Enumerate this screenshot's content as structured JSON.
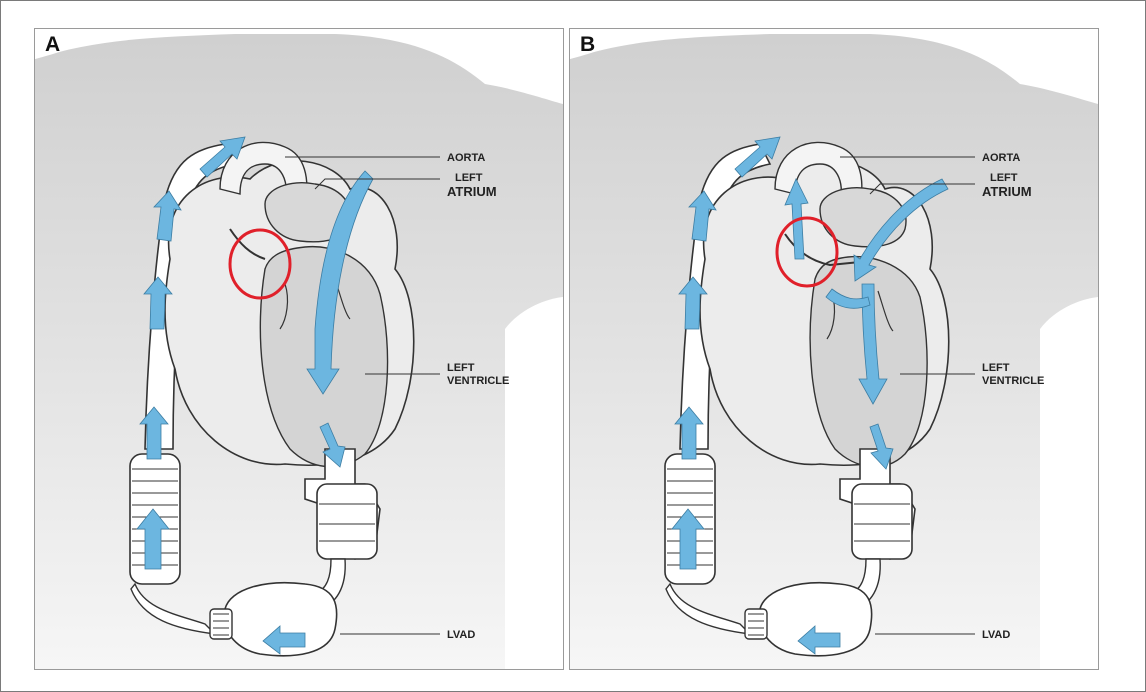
{
  "panels": [
    {
      "label": "A",
      "labels": {
        "aorta": "AORTA",
        "left_atrium_1": "LEFT",
        "left_atrium_2": "ATRIUM",
        "left_ventricle_1": "LEFT",
        "left_ventricle_2": "VENTRICLE",
        "lvad": "LVAD"
      }
    },
    {
      "label": "B",
      "labels": {
        "aorta": "AORTA",
        "left_atrium_1": "LEFT",
        "left_atrium_2": "ATRIUM",
        "left_ventricle_1": "LEFT",
        "left_ventricle_2": "VENTRICLE",
        "lvad": "LVAD"
      }
    }
  ],
  "colors": {
    "flow_arrow": "#6cb6e0",
    "highlight_circle": "#e0202a",
    "body_gray": "#dcdcdc",
    "line": "#333333"
  }
}
